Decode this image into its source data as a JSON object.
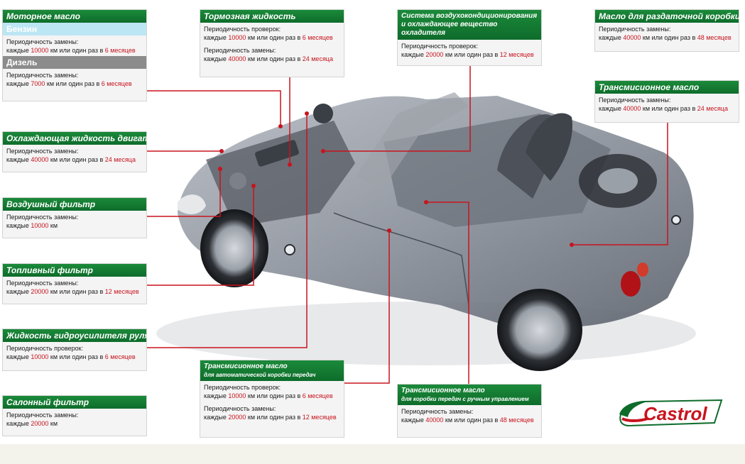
{
  "boxes": {
    "motor_oil": {
      "title": "Моторное масло",
      "petrol": {
        "label": "Бензин",
        "replace": {
          "label": "Периодичность замены:",
          "pre": "каждые ",
          "km": "10000",
          "mid": " км или один раз в ",
          "period": "6 месяцев"
        }
      },
      "diesel": {
        "label": "Дизель",
        "replace": {
          "label": "Периодичность замены:",
          "pre": "каждые ",
          "km": "7000",
          "mid": " км или один раз в ",
          "period": "6 месяцев"
        }
      }
    },
    "coolant": {
      "title": "Охлаждающая жидкость двигателя",
      "replace": {
        "label": "Периодичность замены:",
        "pre": "каждые ",
        "km": "40000",
        "mid": " км или один раз в ",
        "period": "24 месяца"
      }
    },
    "air_filter": {
      "title": "Воздушный фильтр",
      "replace": {
        "label": "Периодичность замены:",
        "pre": "каждые ",
        "km": "10000",
        "mid": " км",
        "period": ""
      }
    },
    "fuel_filter": {
      "title": "Топливный фильтр",
      "replace": {
        "label": "Периодичность замены:",
        "pre": "каждые ",
        "km": "20000",
        "mid": " км или один раз в ",
        "period": "12 месяцев"
      }
    },
    "power_steering": {
      "title": "Жидкость гидроусилителя руля",
      "check": {
        "label": "Периодичность проверок:",
        "pre": "каждые ",
        "km": "10000",
        "mid": " км или один раз в ",
        "period": "6 месяцев"
      }
    },
    "cabin_filter": {
      "title": "Салонный фильтр",
      "replace": {
        "label": "Периодичность замены:",
        "pre": "каждые ",
        "km": "20000",
        "mid": " км",
        "period": ""
      }
    },
    "brake_fluid": {
      "title": "Тормозная жидкость",
      "check": {
        "label": "Периодичность проверок:",
        "pre": "каждые ",
        "km": "10000",
        "mid": " км или один раз в ",
        "period": "6 месяцев"
      },
      "replace": {
        "label": "Периодичность замены:",
        "pre": "каждые ",
        "km": "40000",
        "mid": " км или один раз в ",
        "period": "24 месяца"
      }
    },
    "ac": {
      "title_line1": "Система воздухокондиционирования",
      "title_line2": "и охлаждающее вещество охладителя",
      "check": {
        "label": "Периодичность проверок:",
        "pre": "каждые ",
        "km": "20000",
        "mid": " км или один раз в ",
        "period": "12 месяцев"
      }
    },
    "transfer_case": {
      "title": "Масло для раздаточной коробки",
      "replace": {
        "label": "Периодичность замены:",
        "pre": "каждые ",
        "km": "40000",
        "mid": " км или один раз в ",
        "period": "48 месяцев"
      }
    },
    "transmission_oil": {
      "title": "Трансмисионное масло",
      "replace": {
        "label": "Периодичность замены:",
        "pre": "каждые ",
        "km": "40000",
        "mid": " км или один раз в ",
        "period": "24 месяца"
      }
    },
    "auto_transmission": {
      "title": "Трансмисионное масло",
      "subtitle": "для автоматической коробки передач",
      "check": {
        "label": "Периодичность проверок:",
        "pre": "каждые ",
        "km": "10000",
        "mid": " км или один раз в ",
        "period": "6 месяцев"
      },
      "replace": {
        "label": "Периодичность замены:",
        "pre": "каждые ",
        "km": "20000",
        "mid": " км или один раз в ",
        "period": "12 месяцев"
      }
    },
    "manual_transmission": {
      "title": "Трансмисионное масло",
      "subtitle": "для коробки передач с ручным управлением",
      "replace": {
        "label": "Периодичность замены:",
        "pre": "каждые ",
        "km": "40000",
        "mid": " км или один раз в ",
        "period": "48 месяцев"
      }
    }
  },
  "logo": {
    "text": "Castrol"
  },
  "colors": {
    "header_green": "#0e6c2b",
    "highlight_red": "#c8141e",
    "connector_red": "#c8141e",
    "petrol_blue": "#bde6f4",
    "diesel_gray": "#8c8c8c"
  },
  "icons": [
    "car-cutaway-illustration",
    "castrol-logo-icon"
  ]
}
